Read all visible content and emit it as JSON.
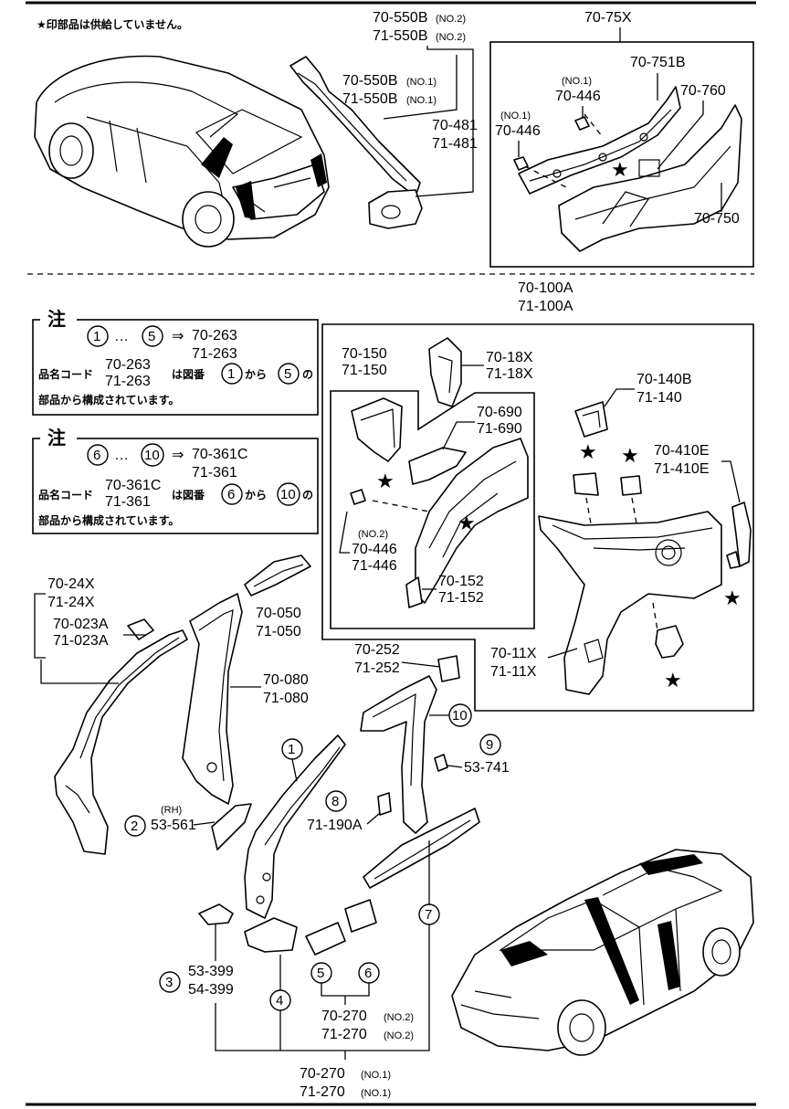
{
  "legend": {
    "star_note": "★印部品は供給していません。"
  },
  "notes": [
    {
      "title": "注",
      "range_start": "1",
      "range_end": "5",
      "arrow_codes": [
        "70-263",
        "71-263"
      ],
      "line1_prefix": "品名コード",
      "line1_codes": [
        "70-263",
        "71-263"
      ],
      "line1_middle": "は図番",
      "line1_from": "1",
      "line1_kara": "から",
      "line1_to": "5",
      "line1_no": "の",
      "line2": "部品から構成されています。"
    },
    {
      "title": "注",
      "range_start": "6",
      "range_end": "10",
      "arrow_codes": [
        "70-361C",
        "71-361"
      ],
      "line1_prefix": "品名コード",
      "line1_codes": [
        "70-361C",
        "71-361"
      ],
      "line1_middle": "は図番",
      "line1_from": "6",
      "line1_kara": "から",
      "line1_to": "10",
      "line1_no": "の",
      "line2": "部品から構成されています。"
    }
  ],
  "labels": {
    "p550b_no2": [
      "70-550B",
      "71-550B"
    ],
    "p550b_no1": [
      "70-550B",
      "71-550B"
    ],
    "p481": [
      "70-481",
      "71-481"
    ],
    "p75x": "70-75X",
    "p751b": "70-751B",
    "p446_top_a": "70-446",
    "p446_top_b": "70-446",
    "p760": "70-760",
    "p750": "70-750",
    "p100a": [
      "70-100A",
      "71-100A"
    ],
    "p150": [
      "70-150",
      "71-150"
    ],
    "p18x": [
      "70-18X",
      "71-18X"
    ],
    "p690": [
      "70-690",
      "71-690"
    ],
    "p140b": [
      "70-140B",
      "71-140"
    ],
    "p410e": [
      "70-410E",
      "71-410E"
    ],
    "p446_mid": [
      "70-446",
      "71-446"
    ],
    "p152": [
      "70-152",
      "71-152"
    ],
    "p11x": [
      "70-11X",
      "71-11X"
    ],
    "p24x": [
      "70-24X",
      "71-24X"
    ],
    "p023a": [
      "70-023A",
      "71-023A"
    ],
    "p050": [
      "70-050",
      "71-050"
    ],
    "p080": [
      "70-080",
      "71-080"
    ],
    "p252": [
      "70-252",
      "71-252"
    ],
    "p741": "53-741",
    "p561": "53-561",
    "p190a": "71-190A",
    "p399": [
      "53-399",
      "54-399"
    ],
    "p270_no2": [
      "70-270",
      "71-270"
    ],
    "p270_no1": [
      "70-270",
      "71-270"
    ]
  },
  "qualifiers": {
    "no1": "(NO.1)",
    "no2": "(NO.2)",
    "rh": "(RH)"
  },
  "callouts": [
    "1",
    "2",
    "3",
    "4",
    "5",
    "6",
    "7",
    "8",
    "9",
    "10"
  ],
  "star_glyph": "★",
  "arrow_glyph": "⇒",
  "ellipsis_glyph": "…"
}
